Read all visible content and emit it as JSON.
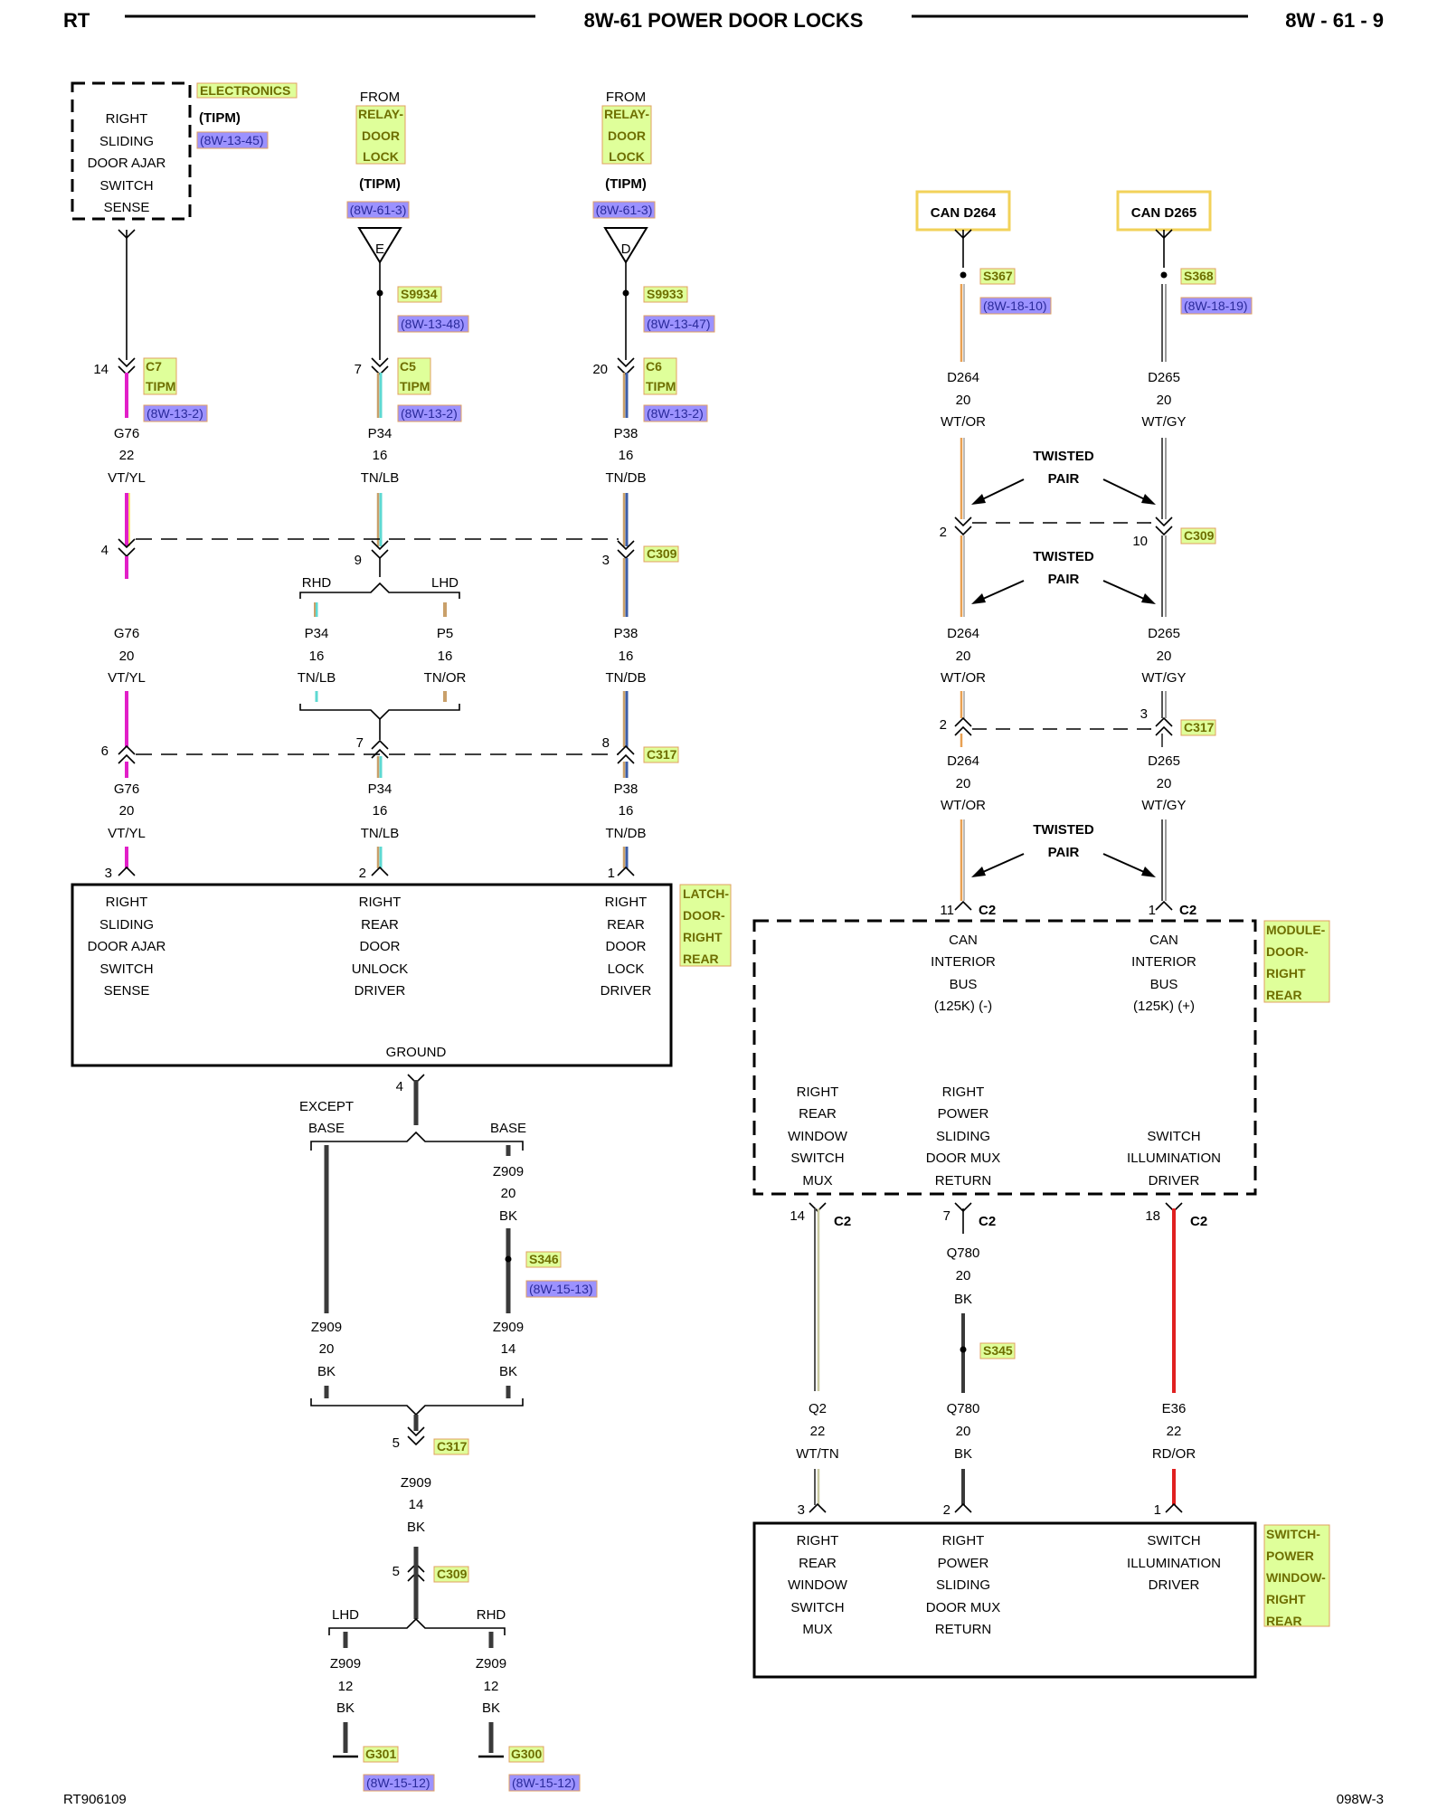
{
  "header": {
    "left": "RT",
    "title": "8W-61 POWER DOOR LOCKS",
    "right": "8W - 61 - 9"
  },
  "footer": {
    "left": "RT906109",
    "right": "098W-3"
  },
  "source_boxes": [
    {
      "id": "electronics",
      "lines": [
        "RIGHT",
        "SLIDING",
        "DOOR AJAR",
        "SWITCH",
        "SENSE"
      ],
      "tag": "ELECTRONICS",
      "sub": "(TIPM)",
      "ref": "(8W-13-45)"
    },
    {
      "id": "relay-unlock",
      "from": "FROM",
      "lines": [
        "RELAY-",
        "DOOR",
        "LOCK"
      ],
      "sub": "(TIPM)",
      "ref": "(8W-61-3)",
      "letter": "E"
    },
    {
      "id": "relay-lock",
      "from": "FROM",
      "lines": [
        "RELAY-",
        "DOOR",
        "LOCK"
      ],
      "sub": "(TIPM)",
      "ref": "(8W-61-3)",
      "letter": "D"
    }
  ],
  "can_boxes": [
    "CAN D264",
    "CAN D265"
  ],
  "splices": [
    {
      "name": "S9934",
      "ref": "(8W-13-48)"
    },
    {
      "name": "S9933",
      "ref": "(8W-13-47)"
    },
    {
      "name": "S367",
      "ref": "(8W-18-10)"
    },
    {
      "name": "S368",
      "ref": "(8W-18-19)"
    },
    {
      "name": "S346",
      "ref": "(8W-15-13)"
    },
    {
      "name": "S345",
      "ref": ""
    }
  ],
  "connectors": [
    {
      "name": "C7",
      "sub": "TIPM",
      "pin": "14",
      "ref": "(8W-13-2)"
    },
    {
      "name": "C5",
      "sub": "TIPM",
      "pin": "7",
      "ref": "(8W-13-2)"
    },
    {
      "name": "C6",
      "sub": "TIPM",
      "pin": "20",
      "ref": "(8W-13-2)"
    },
    {
      "name": "C309"
    },
    {
      "name": "C317"
    },
    {
      "name": "C2"
    }
  ],
  "wires": {
    "g76_a": [
      "G76",
      "22",
      "VT/YL"
    ],
    "p34_a": [
      "P34",
      "16",
      "TN/LB"
    ],
    "p38_a": [
      "P38",
      "16",
      "TN/DB"
    ],
    "g76_b": [
      "G76",
      "20",
      "VT/YL"
    ],
    "p34_rhd": [
      "P34",
      "16",
      "TN/LB"
    ],
    "p5_lhd": [
      "P5",
      "16",
      "TN/OR"
    ],
    "p38_b": [
      "P38",
      "16",
      "TN/DB"
    ],
    "g76_c": [
      "G76",
      "20",
      "VT/YL"
    ],
    "p34_c": [
      "P34",
      "16",
      "TN/LB"
    ],
    "p38_c": [
      "P38",
      "16",
      "TN/DB"
    ],
    "d264_a": [
      "D264",
      "20",
      "WT/OR"
    ],
    "d265_a": [
      "D265",
      "20",
      "WT/GY"
    ],
    "d264_b": [
      "D264",
      "20",
      "WT/OR"
    ],
    "d265_b": [
      "D265",
      "20",
      "WT/GY"
    ],
    "d264_c": [
      "D264",
      "20",
      "WT/OR"
    ],
    "d265_c": [
      "D265",
      "20",
      "WT/GY"
    ],
    "z909_top": [
      "Z909",
      "20",
      "BK"
    ],
    "z909_ex": [
      "Z909",
      "20",
      "BK"
    ],
    "z909_base": [
      "Z909",
      "14",
      "BK"
    ],
    "z909_mid": [
      "Z909",
      "14",
      "BK"
    ],
    "z909_lhd": [
      "Z909",
      "12",
      "BK"
    ],
    "z909_rhd": [
      "Z909",
      "12",
      "BK"
    ],
    "q2": [
      "Q2",
      "22",
      "WT/TN"
    ],
    "q780_a": [
      "Q780",
      "20",
      "BK"
    ],
    "q780_b": [
      "Q780",
      "20",
      "BK"
    ],
    "e36": [
      "E36",
      "22",
      "RD/OR"
    ]
  },
  "pins": {
    "c309_g76": "4",
    "c309_p34": "9",
    "c309_p38": "3",
    "c317_g76": "6",
    "c317_p34": "7",
    "c317_p38": "8",
    "latch_3": "3",
    "latch_2": "2",
    "latch_1": "1",
    "c309_d264": "2",
    "c309_d265": "10",
    "c317_d264": "2",
    "c317_d265": "3",
    "c2_11": "11",
    "c2_1": "1",
    "ground_4": "4",
    "c2_14": "14",
    "c2_7": "7",
    "c2_18": "18",
    "sw_3": "3",
    "sw_2": "2",
    "sw_1": "1",
    "c317_z909": "5",
    "c309_z909": "5"
  },
  "branch_labels": {
    "rhd": "RHD",
    "lhd": "LHD",
    "except_base_1": "EXCEPT",
    "except_base_2": "BASE",
    "base": "BASE",
    "twisted_1": "TWISTED",
    "twisted_2": "PAIR"
  },
  "latch": {
    "tag": [
      "LATCH-",
      "DOOR-",
      "RIGHT",
      "REAR"
    ],
    "sense": [
      "RIGHT",
      "SLIDING",
      "DOOR AJAR",
      "SWITCH",
      "SENSE"
    ],
    "unlock": [
      "RIGHT",
      "REAR",
      "DOOR",
      "UNLOCK",
      "DRIVER"
    ],
    "lock": [
      "RIGHT",
      "REAR",
      "DOOR",
      "LOCK",
      "DRIVER"
    ],
    "ground": "GROUND"
  },
  "module": {
    "tag": [
      "MODULE-",
      "DOOR-",
      "RIGHT",
      "REAR"
    ],
    "can_minus": [
      "CAN",
      "INTERIOR",
      "BUS",
      "(125K) (-)"
    ],
    "can_plus": [
      "CAN",
      "INTERIOR",
      "BUS",
      "(125K) (+)"
    ],
    "window_mux": [
      "RIGHT",
      "REAR",
      "WINDOW",
      "SWITCH",
      "MUX"
    ],
    "sliding_return": [
      "RIGHT",
      "POWER",
      "SLIDING",
      "DOOR MUX",
      "RETURN"
    ],
    "illum": [
      "SWITCH",
      "ILLUMINATION",
      "DRIVER"
    ]
  },
  "switch": {
    "tag": [
      "SWITCH-",
      "POWER",
      "WINDOW-",
      "RIGHT",
      "REAR"
    ],
    "window_mux": [
      "RIGHT",
      "REAR",
      "WINDOW",
      "SWITCH",
      "MUX"
    ],
    "sliding_return": [
      "RIGHT",
      "POWER",
      "SLIDING",
      "DOOR MUX",
      "RETURN"
    ],
    "illum": [
      "SWITCH",
      "ILLUMINATION",
      "DRIVER"
    ]
  },
  "grounds": [
    {
      "name": "G301",
      "ref": "(8W-15-12)"
    },
    {
      "name": "G300",
      "ref": "(8W-15-12)"
    }
  ],
  "colors": {
    "vt_yl": "#e21fc8",
    "tn_lb": "#5ed9d2",
    "tn_db": "#3c5ea8",
    "tan": "#c9a06a",
    "wt_or": "#e8a052",
    "wt_gy": "#9a9a9a",
    "bk": "#3a3a3a",
    "rd_or": "#e02020",
    "tag_green": "#dfff9a",
    "tag_blue": "#9c92ff",
    "can_box": "#f2d25a"
  }
}
